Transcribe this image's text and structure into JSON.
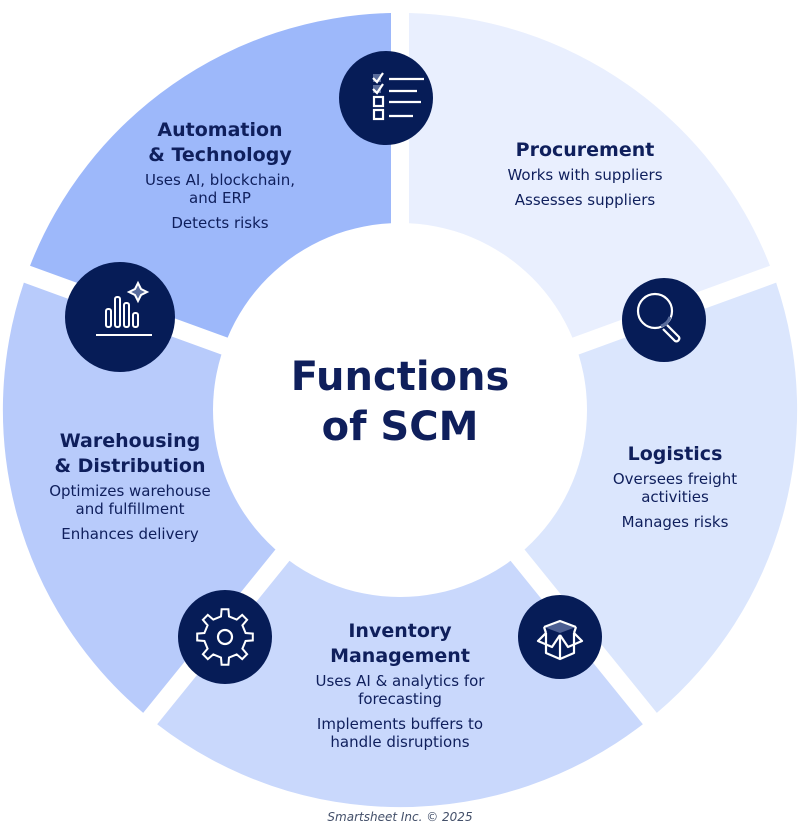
{
  "center": {
    "line1": "Functions",
    "line2": "of SCM"
  },
  "colors": {
    "navy": "#061c57",
    "text": "#0f1f5c",
    "seg_procurement": "#e9effe",
    "seg_logistics": "#dbe6fd",
    "seg_inventory": "#c9d8fc",
    "seg_warehousing": "#b8cbfb",
    "seg_automation": "#9db8fa"
  },
  "segments": [
    {
      "id": "procurement",
      "title": "Procurement",
      "title2": "",
      "desc": [
        "Works with suppliers",
        "Assesses suppliers"
      ],
      "icon": "checklist-icon"
    },
    {
      "id": "logistics",
      "title": "Logistics",
      "title2": "",
      "desc": [
        "Oversees freight\nactivities",
        "Manages risks"
      ],
      "icon": "magnifier-icon"
    },
    {
      "id": "inventory",
      "title": "Inventory",
      "title2": "Management",
      "desc": [
        "Uses AI & analytics for\nforecasting",
        "Implements buffers to\nhandle disruptions"
      ],
      "icon": "box-icon"
    },
    {
      "id": "warehousing",
      "title": "Warehousing",
      "title2": "& Distribution",
      "desc": [
        "Optimizes warehouse\nand fulfillment",
        "Enhances delivery"
      ],
      "icon": "gear-icon"
    },
    {
      "id": "automation",
      "title": "Automation",
      "title2": "& Technology",
      "desc": [
        "Uses AI, blockchain,\nand ERP",
        "Detects risks"
      ],
      "icon": "bar-chart-sparkle-icon"
    }
  ],
  "footer": "Smartsheet Inc. © 2025"
}
